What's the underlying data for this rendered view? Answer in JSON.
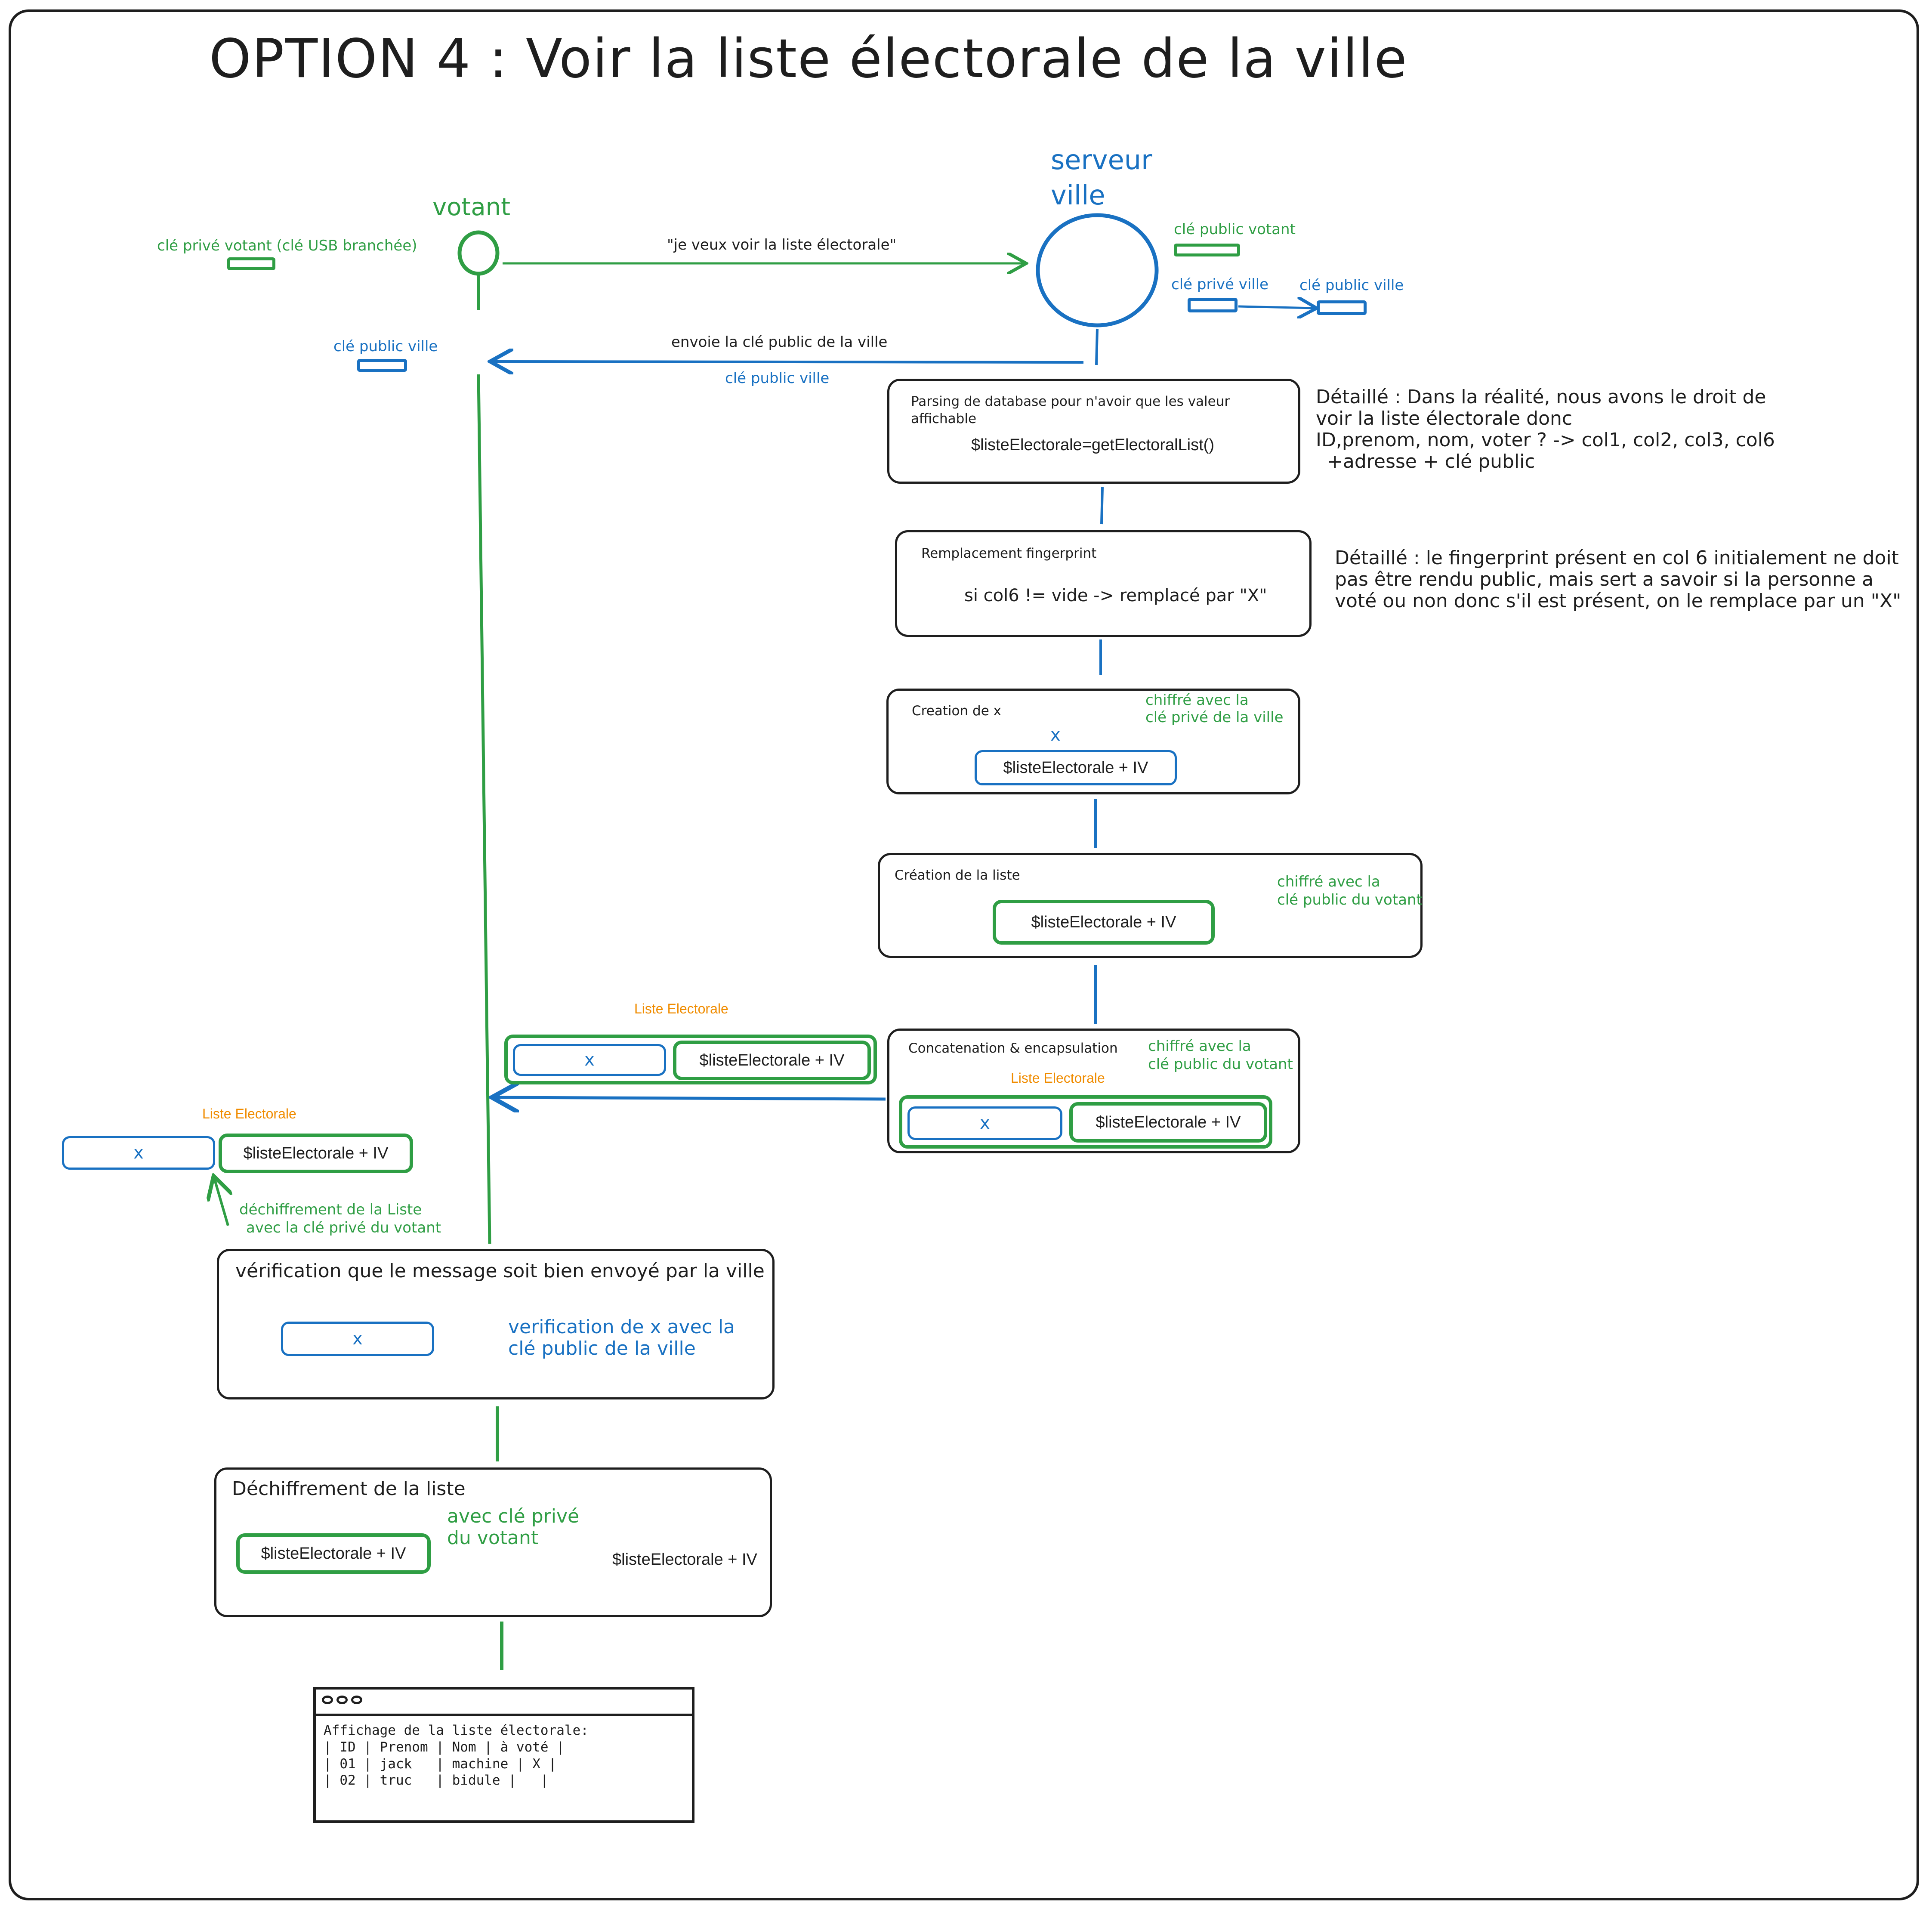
{
  "title": "OPTION 4 : Voir la liste électorale de la ville",
  "actors": {
    "votant": "votant",
    "serveur_line1": "serveur",
    "serveur_line2": "ville"
  },
  "keys": {
    "prive_votant": "clé privé votant (clé USB branchée)",
    "public_votant": "clé public votant",
    "prive_ville": "clé privé ville",
    "public_ville_1": "clé public ville",
    "public_ville_2": "clé public ville",
    "public_ville_3": "clé public ville"
  },
  "messages": {
    "request": "\"je veux voir la liste électorale\"",
    "send_key": "envoie la clé public de la ville"
  },
  "steps": {
    "parsing": {
      "title": "Parsing de database pour n'avoir que les valeur affichable",
      "code": "$listeElectorale=getElectoralList()"
    },
    "fingerprint": {
      "title": "Remplacement fingerprint",
      "code": "si col6 != vide -> remplacé par \"X\""
    },
    "creation_x": {
      "title": "Creation de x",
      "x": "x",
      "payload": "$listeElectorale + IV",
      "note_line1": "chiffré avec la",
      "note_line2": "clé privé de la ville"
    },
    "creation_liste": {
      "title": "Création de la liste",
      "payload": "$listeElectorale + IV",
      "note_line1": "chiffré avec la",
      "note_line2": "clé public du votant"
    },
    "concat": {
      "title": "Concatenation & encapsulation",
      "note_line1": "chiffré avec la",
      "note_line2": "clé public du votant",
      "label": "Liste Electorale",
      "x": "x",
      "payload": "$listeElectorale + IV"
    },
    "sent": {
      "label": "Liste Electorale",
      "x": "x",
      "payload": "$listeElectorale + IV"
    },
    "received": {
      "label": "Liste Electorale",
      "x": "x",
      "payload": "$listeElectorale + IV"
    },
    "dechiffrement_note_line1": "déchiffrement de la Liste",
    "dechiffrement_note_line2": "avec la clé privé du votant",
    "verification": {
      "title": "vérification que le message soit bien envoyé par la ville",
      "x": "x",
      "note_line1": "verification de x avec la",
      "note_line2": "clé public de la ville"
    },
    "dechiffrement": {
      "title": "Déchiffrement de la liste",
      "payload_in": "$listeElectorale + IV",
      "note_line1": "avec clé privé",
      "note_line2": "du votant",
      "payload_out": "$listeElectorale + IV"
    }
  },
  "details": {
    "detail1": [
      "Détaillé : Dans la réalité, nous avons le droit de",
      "voir la liste électorale donc",
      "ID,prenom, nom, voter ? -> col1, col2, col3, col6",
      "+adresse + clé public"
    ],
    "detail2": [
      "Détaillé : le fingerprint présent en col 6 initialement ne doit",
      "pas être rendu public, mais sert a savoir si la personne a",
      "voté ou non donc s'il est présent, on le remplace par un \"X\""
    ]
  },
  "terminal": {
    "heading": "Affichage de la liste électorale:",
    "rows": [
      "| ID | Prenom | Nom | à voté |",
      "| 01 | jack   | machine | X |",
      "| 02 | truc   | bidule |   |"
    ]
  },
  "colors": {
    "green": "#2f9e44",
    "blue": "#1971c2",
    "orange": "#f08c00",
    "black": "#1e1e1e"
  }
}
